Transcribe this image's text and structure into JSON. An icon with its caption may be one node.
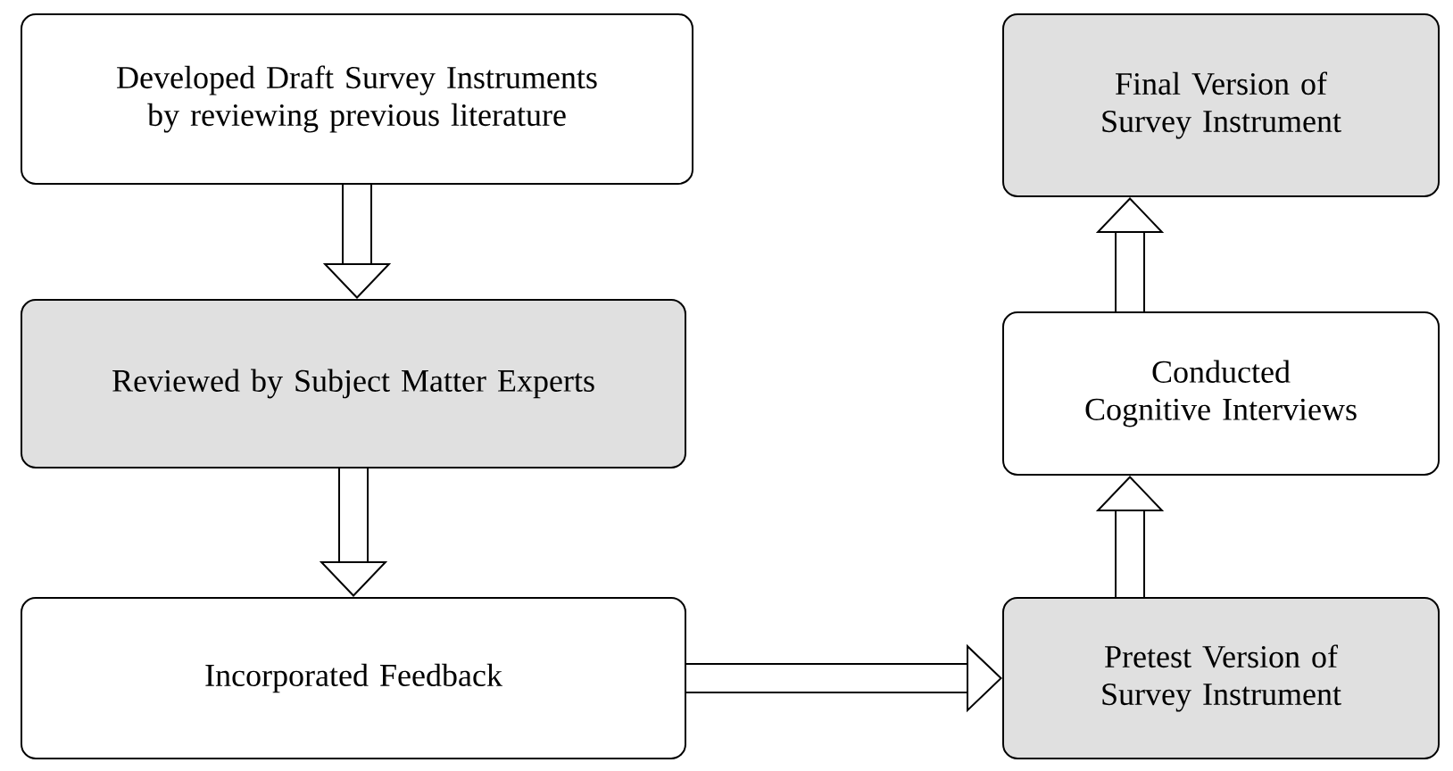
{
  "diagram": {
    "nodes": [
      {
        "text": [
          "Developed Draft Survey Instruments by reviewing previous literature"
        ]
      },
      {
        "text": [
          "Reviewed by Subject Matter Experts"
        ]
      },
      {
        "text": [
          "Incorporated Feedback"
        ]
      },
      {
        "text": [
          "Final Version of Survey Instrument"
        ]
      },
      {
        "text": [
          "Conducted Cognitive Interviews"
        ]
      },
      {
        "text": [
          "Pretest Version of Survey Instrument"
        ]
      }
    ],
    "edges": [
      {
        "from": 0,
        "to": 1,
        "arrow": "to"
      },
      {
        "from": 1,
        "to": 2,
        "arrow": "to"
      },
      {
        "from": 2,
        "to": 5,
        "arrow": "to"
      },
      {
        "from": 5,
        "to": 4,
        "arrow": "to"
      },
      {
        "from": 4,
        "to": 3,
        "arrow": "to"
      }
    ]
  }
}
